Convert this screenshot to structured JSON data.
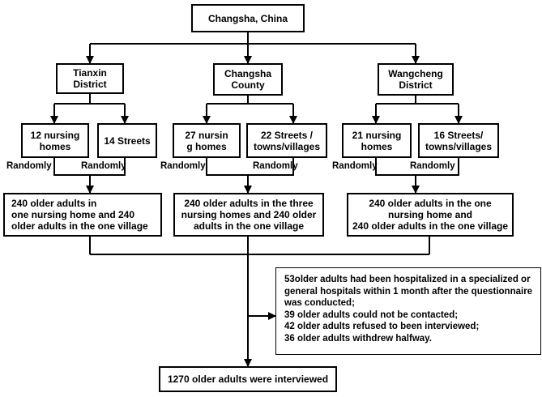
{
  "root": "Changsha, China",
  "districts": [
    {
      "title_line1": "Tianxin",
      "title_line2": "District",
      "left_box_line1": "12 nursing",
      "left_box_line2": "homes",
      "right_box": "14 Streets",
      "right_box_line1": "",
      "right_box_line2": "",
      "left_label": "Randomly",
      "right_label": "Randomly",
      "sample_line1": "240 older adults in",
      "sample_line2": "one nursing home and 240",
      "sample_line3": "older adults in the one village"
    },
    {
      "title_line1": "Changsha",
      "title_line2": "County",
      "left_box_line1": "27 nursin",
      "left_box_line2": "g homes",
      "right_box": "",
      "right_box_line1": "22 Streets /",
      "right_box_line2": "towns/villages",
      "left_label": "Randomly",
      "right_label": "Randomly",
      "sample_line1": "240 older adults in the three",
      "sample_line2": "nursing homes and 240 older",
      "sample_line3": "adults in the one village"
    },
    {
      "title_line1": "Wangcheng",
      "title_line2": "District",
      "left_box_line1": "21 nursing",
      "left_box_line2": "homes",
      "right_box": "",
      "right_box_line1": "16 Streets/",
      "right_box_line2": "towns/villages",
      "left_label": "Randomly",
      "right_label": "Randomly",
      "sample_line1": "240 older adults in the one",
      "sample_line2": "nursing home and",
      "sample_line3": "240 older adults in the one village"
    }
  ],
  "exclusions": [
    "53older adults had been hospitalized in a specialized or general hospitals within 1 month after the questionnaire was conducted;",
    "39 older adults could not be contacted;",
    "42 older adults refused to been interviewed;",
    "36 older adults withdrew halfway."
  ],
  "final": "1270 older adults were interviewed"
}
